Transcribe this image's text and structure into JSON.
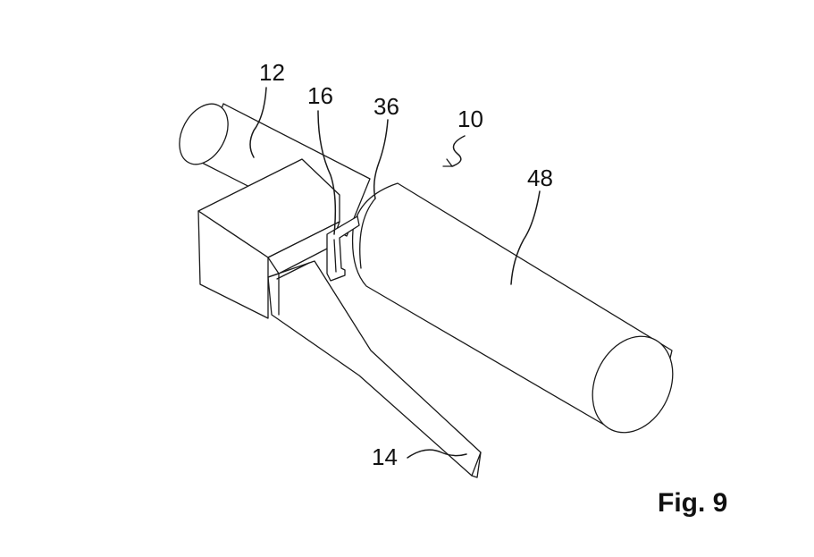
{
  "figure": {
    "caption": "Fig. 9",
    "reference_labels": {
      "ref_10": "10",
      "ref_12": "12",
      "ref_14": "14",
      "ref_16": "16",
      "ref_36": "36",
      "ref_48": "48"
    }
  }
}
